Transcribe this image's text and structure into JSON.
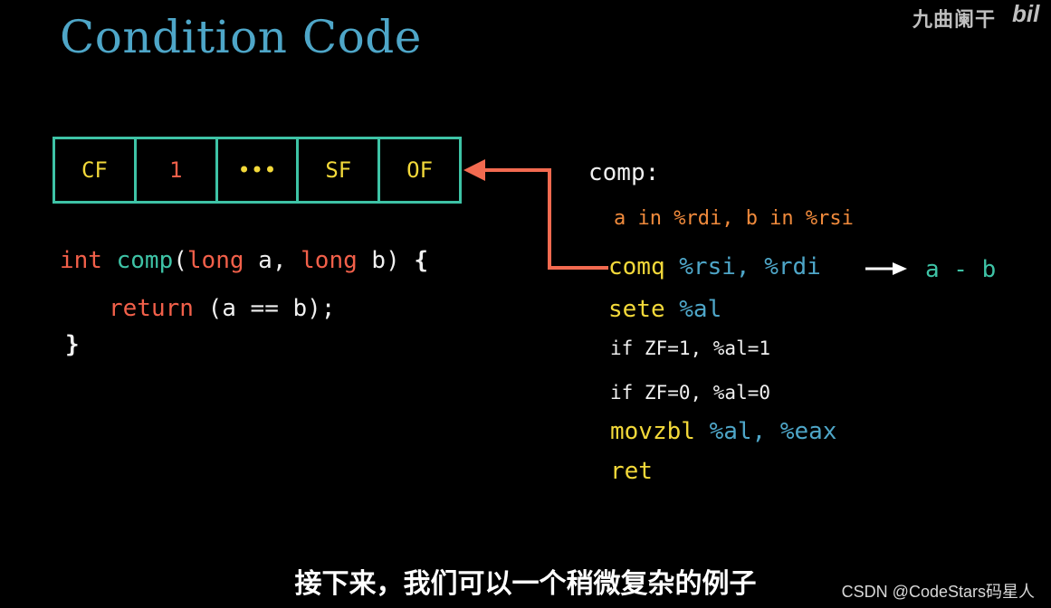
{
  "title": "Condition Code",
  "watermark": {
    "text": "九曲阑干",
    "logo": "bil"
  },
  "flags": [
    "CF",
    "1",
    "•••",
    "SF",
    "OF"
  ],
  "c_source": {
    "line1": {
      "kw_int": "int",
      "fn": "comp",
      "lp": "(",
      "kw_long1": "long",
      "a": " a, ",
      "kw_long2": "long",
      "b": " b) ",
      "brace": "{"
    },
    "line2": {
      "kw_return": "return",
      "expr": " (a == b);"
    },
    "line3": "}"
  },
  "asm": {
    "label": "comp:",
    "comment": "a in %rdi, b in %rsi",
    "cmp_op": "comq",
    "cmp_args": "%rsi, %rdi",
    "cmp_result": "a - b",
    "sete_op": "sete",
    "sete_arg": "%al",
    "note1": "if ZF=1, %al=1",
    "note2": "if ZF=0, %al=0",
    "movz_op": "movzbl",
    "movz_args": "%al, %eax",
    "ret_op": "ret"
  },
  "subtitle": "接下来，我们可以一个稍微复杂的例子",
  "credit": "CSDN @CodeStars码星人",
  "colors": {
    "background": "#000000",
    "title": "#4ea6c8",
    "flag_border": "#3ec3a6",
    "yellow": "#f3d93a",
    "red": "#f2604a",
    "orange": "#f08a3c",
    "blue": "#4ea6c8",
    "green": "#3ec3a6"
  }
}
